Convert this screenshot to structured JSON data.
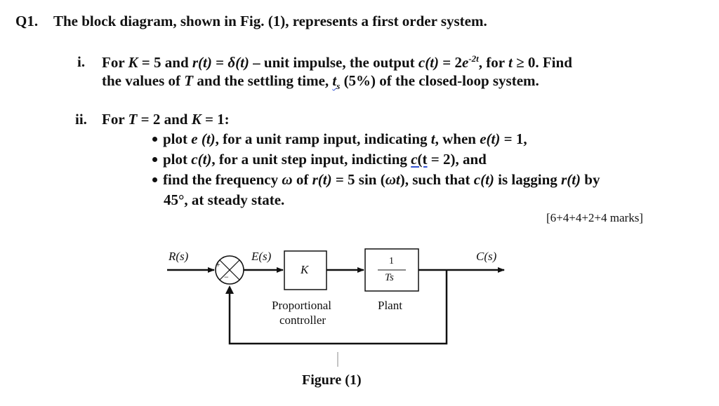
{
  "question": {
    "label": "Q1.",
    "title": "The block diagram, shown in Fig. (1), represents a first order system."
  },
  "part_i": {
    "numeral": "i.",
    "line1": {
      "p1": "For ",
      "K": "K",
      "p2": " = 5 and ",
      "rt": "r(t)",
      "p3": " = ",
      "delta": "δ(t)",
      "p4": " – unit impulse, the output ",
      "ct": "c(t)",
      "p5": " = 2",
      "e": "e",
      "exp": "-2t",
      "p6": ", for ",
      "t": "t",
      "p7": " ≥ 0. Find"
    },
    "line2": {
      "p1": "the values of ",
      "T": "T",
      "p2": " and the settling time, ",
      "ts": "t",
      "ts_sub": "s",
      "p3": " (5%) of the closed-loop system."
    }
  },
  "part_ii": {
    "numeral": "ii.",
    "intro": {
      "p1": "For ",
      "T": "T",
      "p2": " = 2 and ",
      "K": "K",
      "p3": " = 1:"
    },
    "bullet1": {
      "p1": "plot ",
      "e": "e (t)",
      "p2": ", for a unit ramp input, indicating ",
      "t": "t",
      "p3": ", when ",
      "et": "e(t)",
      "p4": " = 1,"
    },
    "bullet2": {
      "p1": "plot ",
      "ct": "c(t)",
      "p2": ", for a unit step input, indicting ",
      "ct2a": "c",
      "ct2b": "(t",
      "p3": " = 2), and"
    },
    "bullet3": {
      "p1": "find the frequency ",
      "omega": "ω",
      "p2": " of ",
      "rt": "r(t)",
      "p3": " = 5 sin (",
      "wt": "ωt",
      "p4": "), such that ",
      "ct": "c(t)",
      "p5": " is lagging ",
      "rt2": "r(t)",
      "p6": " by",
      "line2": "45°, at steady state."
    }
  },
  "marks": "[6+4+4+2+4 marks]",
  "diagram": {
    "input_label": "R(s)",
    "error_label": "E(s)",
    "output_label": "C(s)",
    "plus": "+",
    "minus": "−",
    "controller_block": "K",
    "plant_num": "1",
    "plant_den": "Ts",
    "controller_caption_1": "Proportional",
    "controller_caption_2": "controller",
    "plant_caption": "Plant",
    "figure_caption": "Figure (1)"
  }
}
